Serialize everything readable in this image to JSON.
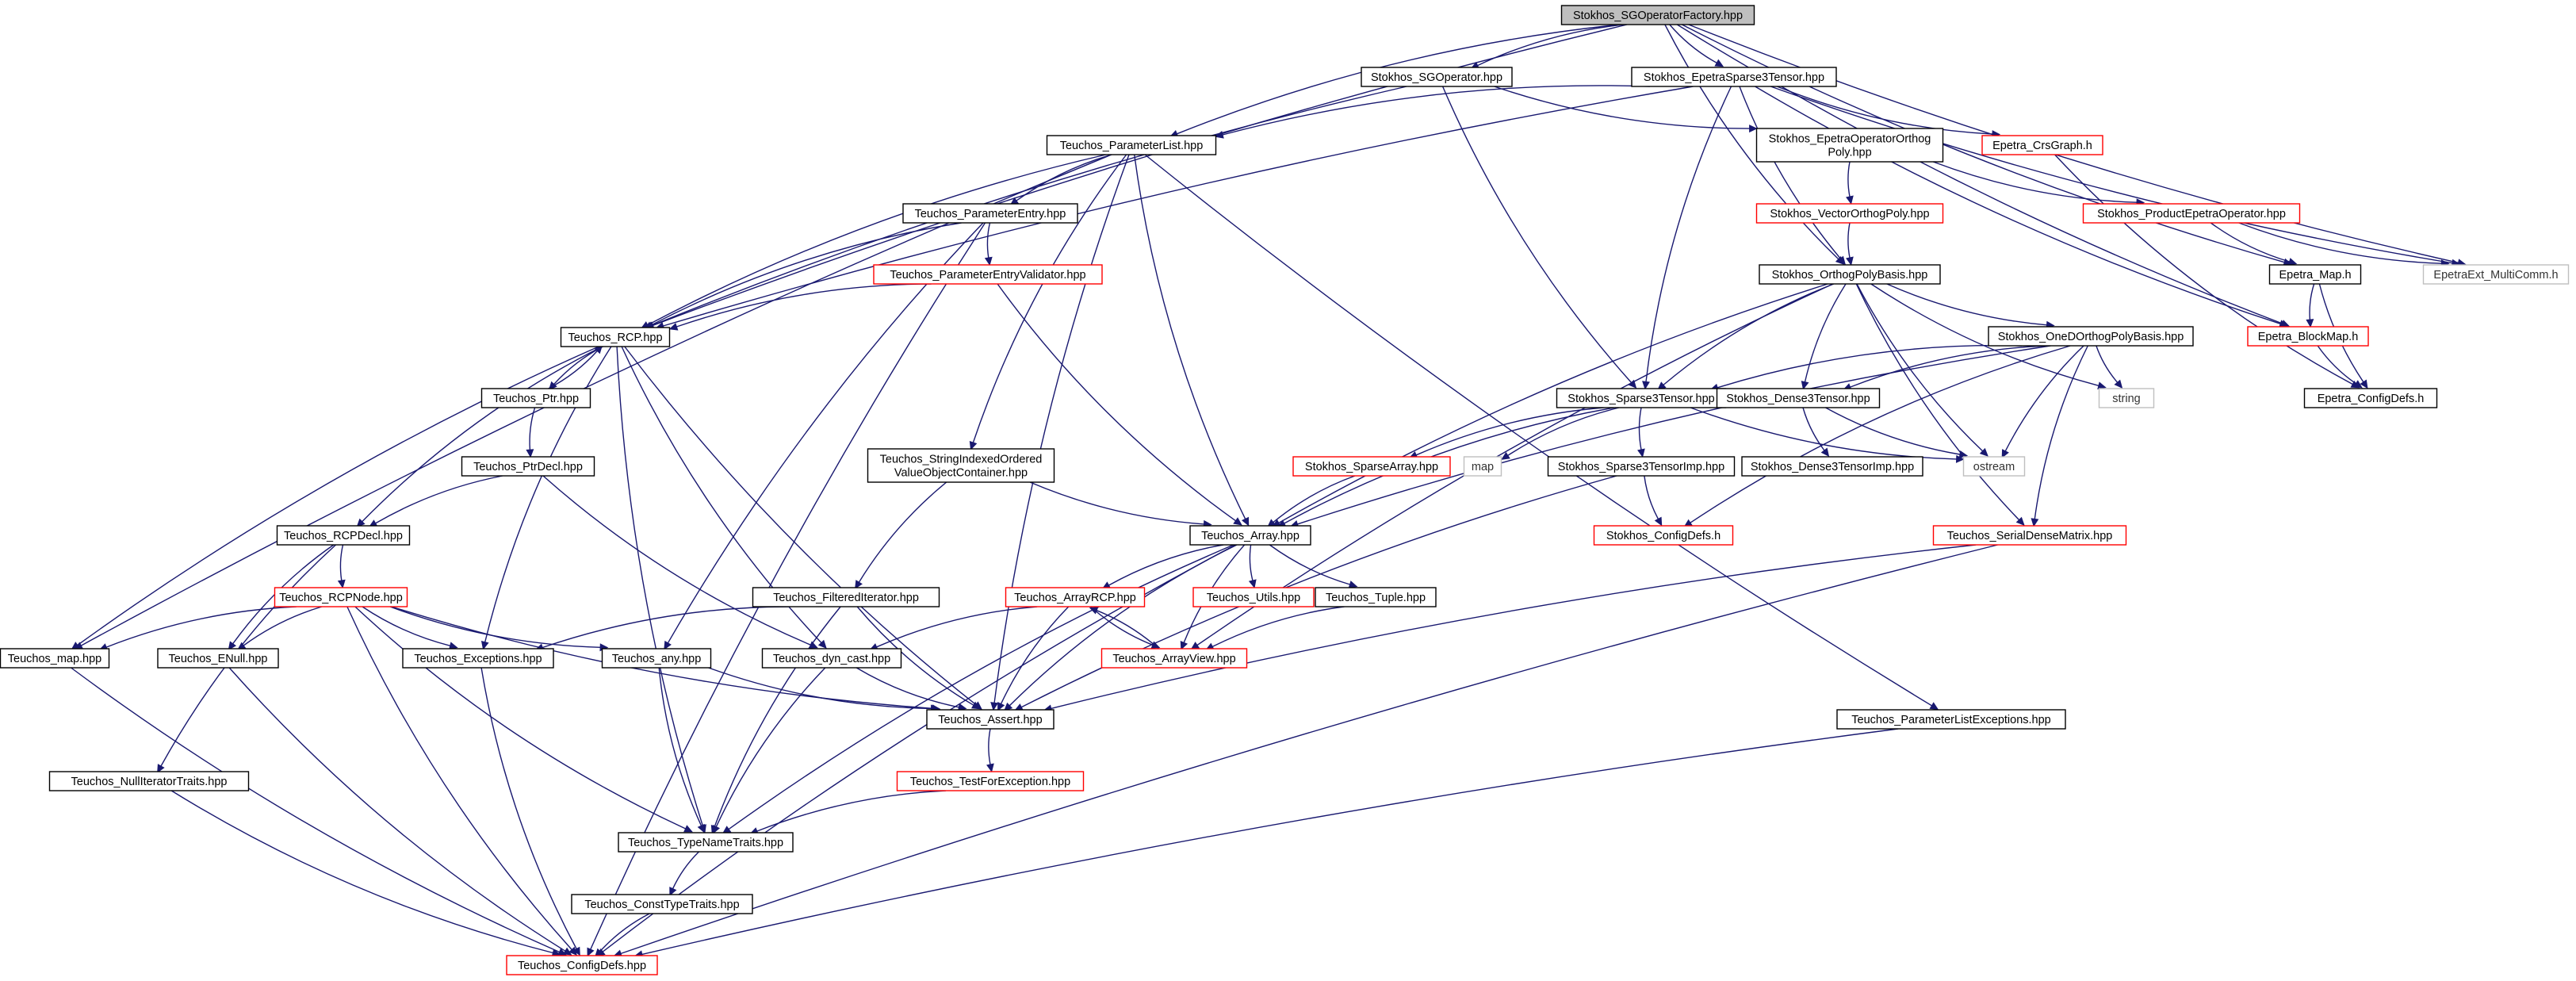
{
  "graph": {
    "title": "Stokhos_SGOperatorFactory.hpp",
    "colors": {
      "edge": "#191970",
      "root_fill": "#bfbfbf",
      "black": "#000000",
      "red": "#ff0000",
      "gray": "#bfbfbf"
    },
    "nodes": [
      {
        "id": "root",
        "label": [
          "Stokhos_SGOperatorFactory.hpp"
        ],
        "style": "root"
      },
      {
        "id": "sgop",
        "label": [
          "Stokhos_SGOperator.hpp"
        ],
        "style": "black"
      },
      {
        "id": "eps3",
        "label": [
          "Stokhos_EpetraSparse3Tensor.hpp"
        ],
        "style": "black"
      },
      {
        "id": "pl",
        "label": [
          "Teuchos_ParameterList.hpp"
        ],
        "style": "black"
      },
      {
        "id": "eoop",
        "label": [
          "Stokhos_EpetraOperatorOrthog",
          "Poly.hpp"
        ],
        "style": "black"
      },
      {
        "id": "crs",
        "label": [
          "Epetra_CrsGraph.h"
        ],
        "style": "red"
      },
      {
        "id": "pe",
        "label": [
          "Teuchos_ParameterEntry.hpp"
        ],
        "style": "black"
      },
      {
        "id": "vop",
        "label": [
          "Stokhos_VectorOrthogPoly.hpp"
        ],
        "style": "red"
      },
      {
        "id": "pep",
        "label": [
          "Stokhos_ProductEpetraOperator.hpp"
        ],
        "style": "red"
      },
      {
        "id": "pev",
        "label": [
          "Teuchos_ParameterEntryValidator.hpp"
        ],
        "style": "red"
      },
      {
        "id": "opb",
        "label": [
          "Stokhos_OrthogPolyBasis.hpp"
        ],
        "style": "black"
      },
      {
        "id": "emap",
        "label": [
          "Epetra_Map.h"
        ],
        "style": "black"
      },
      {
        "id": "emc",
        "label": [
          "EpetraExt_MultiComm.h"
        ],
        "style": "gray"
      },
      {
        "id": "rcp",
        "label": [
          "Teuchos_RCP.hpp"
        ],
        "style": "black"
      },
      {
        "id": "oopb",
        "label": [
          "Stokhos_OneDOrthogPolyBasis.hpp"
        ],
        "style": "black"
      },
      {
        "id": "ebm",
        "label": [
          "Epetra_BlockMap.h"
        ],
        "style": "red"
      },
      {
        "id": "ptr",
        "label": [
          "Teuchos_Ptr.hpp"
        ],
        "style": "black"
      },
      {
        "id": "s3t",
        "label": [
          "Stokhos_Sparse3Tensor.hpp"
        ],
        "style": "black"
      },
      {
        "id": "d3t",
        "label": [
          "Stokhos_Dense3Tensor.hpp"
        ],
        "style": "black"
      },
      {
        "id": "str",
        "label": [
          "string"
        ],
        "style": "gray"
      },
      {
        "id": "ecd",
        "label": [
          "Epetra_ConfigDefs.h"
        ],
        "style": "black"
      },
      {
        "id": "sioc",
        "label": [
          "Teuchos_StringIndexedOrdered",
          "ValueObjectContainer.hpp"
        ],
        "style": "black"
      },
      {
        "id": "ptrd",
        "label": [
          "Teuchos_PtrDecl.hpp"
        ],
        "style": "black"
      },
      {
        "id": "spa",
        "label": [
          "Stokhos_SparseArray.hpp"
        ],
        "style": "red"
      },
      {
        "id": "map",
        "label": [
          "map"
        ],
        "style": "gray"
      },
      {
        "id": "s3ti",
        "label": [
          "Stokhos_Sparse3TensorImp.hpp"
        ],
        "style": "black"
      },
      {
        "id": "ost",
        "label": [
          "ostream"
        ],
        "style": "gray"
      },
      {
        "id": "d3ti",
        "label": [
          "Stokhos_Dense3TensorImp.hpp"
        ],
        "style": "black"
      },
      {
        "id": "rcpd",
        "label": [
          "Teuchos_RCPDecl.hpp"
        ],
        "style": "black"
      },
      {
        "id": "arr",
        "label": [
          "Teuchos_Array.hpp"
        ],
        "style": "black"
      },
      {
        "id": "scd",
        "label": [
          "Stokhos_ConfigDefs.h"
        ],
        "style": "red"
      },
      {
        "id": "sdm",
        "label": [
          "Teuchos_SerialDenseMatrix.hpp"
        ],
        "style": "red"
      },
      {
        "id": "rcpn",
        "label": [
          "Teuchos_RCPNode.hpp"
        ],
        "style": "red"
      },
      {
        "id": "fi",
        "label": [
          "Teuchos_FilteredIterator.hpp"
        ],
        "style": "black"
      },
      {
        "id": "arcp",
        "label": [
          "Teuchos_ArrayRCP.hpp"
        ],
        "style": "red"
      },
      {
        "id": "utl",
        "label": [
          "Teuchos_Utils.hpp"
        ],
        "style": "red"
      },
      {
        "id": "tup",
        "label": [
          "Teuchos_Tuple.hpp"
        ],
        "style": "black"
      },
      {
        "id": "tmap",
        "label": [
          "Teuchos_map.hpp"
        ],
        "style": "black"
      },
      {
        "id": "enull",
        "label": [
          "Teuchos_ENull.hpp"
        ],
        "style": "black"
      },
      {
        "id": "exc",
        "label": [
          "Teuchos_Exceptions.hpp"
        ],
        "style": "black"
      },
      {
        "id": "any",
        "label": [
          "Teuchos_any.hpp"
        ],
        "style": "black"
      },
      {
        "id": "dyn",
        "label": [
          "Teuchos_dyn_cast.hpp"
        ],
        "style": "black"
      },
      {
        "id": "av",
        "label": [
          "Teuchos_ArrayView.hpp"
        ],
        "style": "red"
      },
      {
        "id": "asrt",
        "label": [
          "Teuchos_Assert.hpp"
        ],
        "style": "black"
      },
      {
        "id": "ple",
        "label": [
          "Teuchos_ParameterListExceptions.hpp"
        ],
        "style": "black"
      },
      {
        "id": "nit",
        "label": [
          "Teuchos_NullIteratorTraits.hpp"
        ],
        "style": "black"
      },
      {
        "id": "tfe",
        "label": [
          "Teuchos_TestForException.hpp"
        ],
        "style": "red"
      },
      {
        "id": "tnt",
        "label": [
          "Teuchos_TypeNameTraits.hpp"
        ],
        "style": "black"
      },
      {
        "id": "ctt",
        "label": [
          "Teuchos_ConstTypeTraits.hpp"
        ],
        "style": "black"
      },
      {
        "id": "tcd",
        "label": [
          "Teuchos_ConfigDefs.hpp"
        ],
        "style": "red"
      }
    ],
    "edges": [
      [
        "root",
        "sgop"
      ],
      [
        "root",
        "eps3"
      ],
      [
        "root",
        "pl"
      ],
      [
        "root",
        "rcp"
      ],
      [
        "root",
        "opb"
      ],
      [
        "root",
        "emap"
      ],
      [
        "root",
        "emc"
      ],
      [
        "root",
        "ebm"
      ],
      [
        "sgop",
        "eoop"
      ],
      [
        "sgop",
        "rcp"
      ],
      [
        "sgop",
        "s3t"
      ],
      [
        "eps3",
        "pl"
      ],
      [
        "eps3",
        "rcp"
      ],
      [
        "eps3",
        "crs"
      ],
      [
        "eps3",
        "emc"
      ],
      [
        "eps3",
        "s3t"
      ],
      [
        "eps3",
        "opb"
      ],
      [
        "eps3",
        "ebm"
      ],
      [
        "eoop",
        "vop"
      ],
      [
        "eoop",
        "pep"
      ],
      [
        "vop",
        "opb"
      ],
      [
        "crs",
        "ecd"
      ],
      [
        "pep",
        "emap"
      ],
      [
        "pep",
        "emc"
      ],
      [
        "emap",
        "ebm"
      ],
      [
        "emap",
        "ecd"
      ],
      [
        "ebm",
        "ecd"
      ],
      [
        "pl",
        "pe"
      ],
      [
        "pl",
        "rcp"
      ],
      [
        "pl",
        "sioc"
      ],
      [
        "pl",
        "arr"
      ],
      [
        "pl",
        "tmap"
      ],
      [
        "pl",
        "asrt"
      ],
      [
        "pl",
        "ple"
      ],
      [
        "pe",
        "pev"
      ],
      [
        "pe",
        "rcp"
      ],
      [
        "pe",
        "any"
      ],
      [
        "pe",
        "tcd"
      ],
      [
        "pev",
        "rcp"
      ],
      [
        "pev",
        "arr"
      ],
      [
        "opb",
        "oopb"
      ],
      [
        "opb",
        "s3t"
      ],
      [
        "opb",
        "d3t"
      ],
      [
        "opb",
        "str"
      ],
      [
        "opb",
        "ost"
      ],
      [
        "opb",
        "sdm"
      ],
      [
        "opb",
        "arr"
      ],
      [
        "opb",
        "av"
      ],
      [
        "oopb",
        "s3t"
      ],
      [
        "oopb",
        "d3t"
      ],
      [
        "oopb",
        "str"
      ],
      [
        "oopb",
        "ost"
      ],
      [
        "oopb",
        "scd"
      ],
      [
        "oopb",
        "sdm"
      ],
      [
        "oopb",
        "arr"
      ],
      [
        "s3t",
        "spa"
      ],
      [
        "s3t",
        "map"
      ],
      [
        "s3t",
        "s3ti"
      ],
      [
        "s3t",
        "ost"
      ],
      [
        "s3t",
        "arr"
      ],
      [
        "d3t",
        "d3ti"
      ],
      [
        "d3t",
        "ost"
      ],
      [
        "spa",
        "arr"
      ],
      [
        "s3ti",
        "scd"
      ],
      [
        "s3ti",
        "asrt"
      ],
      [
        "sdm",
        "asrt"
      ],
      [
        "sdm",
        "tcd"
      ],
      [
        "sioc",
        "arr"
      ],
      [
        "sioc",
        "fi"
      ],
      [
        "rcp",
        "ptr"
      ],
      [
        "rcp",
        "rcpd"
      ],
      [
        "rcp",
        "tmap"
      ],
      [
        "rcp",
        "exc"
      ],
      [
        "rcp",
        "dyn"
      ],
      [
        "rcp",
        "asrt"
      ],
      [
        "rcp",
        "tnt"
      ],
      [
        "ptr",
        "rcp"
      ],
      [
        "ptr",
        "ptrd"
      ],
      [
        "ptrd",
        "rcpd"
      ],
      [
        "ptrd",
        "dyn"
      ],
      [
        "rcpd",
        "rcpn"
      ],
      [
        "rcpd",
        "enull"
      ],
      [
        "rcpd",
        "nit"
      ],
      [
        "rcpn",
        "tmap"
      ],
      [
        "rcpn",
        "enull"
      ],
      [
        "rcpn",
        "exc"
      ],
      [
        "rcpn",
        "any"
      ],
      [
        "rcpn",
        "asrt"
      ],
      [
        "rcpn",
        "tnt"
      ],
      [
        "rcpn",
        "tcd"
      ],
      [
        "fi",
        "exc"
      ],
      [
        "fi",
        "asrt"
      ],
      [
        "fi",
        "tnt"
      ],
      [
        "arr",
        "arcp"
      ],
      [
        "arr",
        "utl"
      ],
      [
        "arr",
        "tup"
      ],
      [
        "arr",
        "av"
      ],
      [
        "arr",
        "asrt"
      ],
      [
        "arr",
        "tnt"
      ],
      [
        "arr",
        "tcd"
      ],
      [
        "arcp",
        "av"
      ],
      [
        "arcp",
        "dyn"
      ],
      [
        "arcp",
        "asrt"
      ],
      [
        "av",
        "arcp"
      ],
      [
        "tup",
        "av"
      ],
      [
        "any",
        "asrt"
      ],
      [
        "any",
        "tnt"
      ],
      [
        "dyn",
        "asrt"
      ],
      [
        "dyn",
        "tnt"
      ],
      [
        "asrt",
        "tfe"
      ],
      [
        "tfe",
        "tnt"
      ],
      [
        "tnt",
        "ctt"
      ],
      [
        "ctt",
        "tcd"
      ],
      [
        "tmap",
        "tcd"
      ],
      [
        "enull",
        "tcd"
      ],
      [
        "exc",
        "tcd"
      ],
      [
        "nit",
        "tcd"
      ],
      [
        "ple",
        "tcd"
      ]
    ]
  }
}
